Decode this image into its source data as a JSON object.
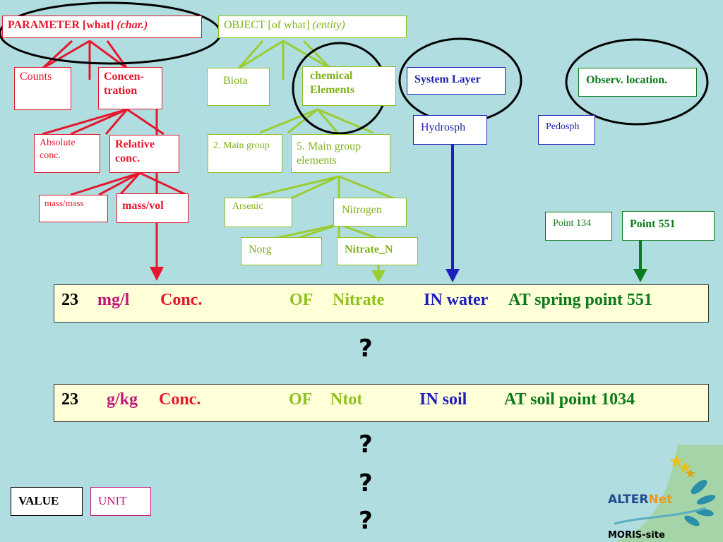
{
  "colors": {
    "red": "#e5172c",
    "green": "#8ec21f",
    "blue": "#1e1ebf",
    "dark_green": "#0a7a1a",
    "magenta": "#c0187a",
    "background": "#b0dde0",
    "row_fill": "#ffffd8"
  },
  "parameter": {
    "header": "PARAMETER [what]",
    "header_italic": "(char.)",
    "counts": "Counts",
    "concentration": "Concen-tration",
    "absolute": "Absolute conc.",
    "relative": "Relative conc.",
    "mass_mass": "mass/mass",
    "mass_vol": "mass/vol"
  },
  "object": {
    "header": "OBJECT [of what]",
    "header_italic": "(entity)",
    "biota": "Biota",
    "chemical": "chemical Elements",
    "main_group_2": "2. Main group",
    "main_group_5": "5. Main group elements",
    "arsenic": "Arsenic",
    "nitrogen": "Nitrogen",
    "norg": "Norg",
    "nitrate_n": "Nitrate_N"
  },
  "system": {
    "layer": "System Layer",
    "hydrosph": "Hydrosph",
    "pedosph": "Pedosph"
  },
  "location": {
    "header": "Observ. location.",
    "point134": "Point 134",
    "point551": "Point 551"
  },
  "row1": {
    "value": "23",
    "unit": "mg/l",
    "param": "Conc.",
    "of": "OF",
    "object": "Nitrate",
    "in": "IN water",
    "at": "AT spring point 551"
  },
  "row2": {
    "value": "23",
    "unit": "g/kg",
    "param": "Conc.",
    "of": "OF",
    "object": "Ntot",
    "in": "IN soil",
    "at": "AT soil point 1034"
  },
  "questions": [
    "?",
    "?",
    "?",
    "?"
  ],
  "legend": {
    "value": "VALUE",
    "unit": "UNIT"
  },
  "logo": {
    "name_a": "ALTER",
    "name_b": "Net",
    "site": "MORIS-site"
  }
}
